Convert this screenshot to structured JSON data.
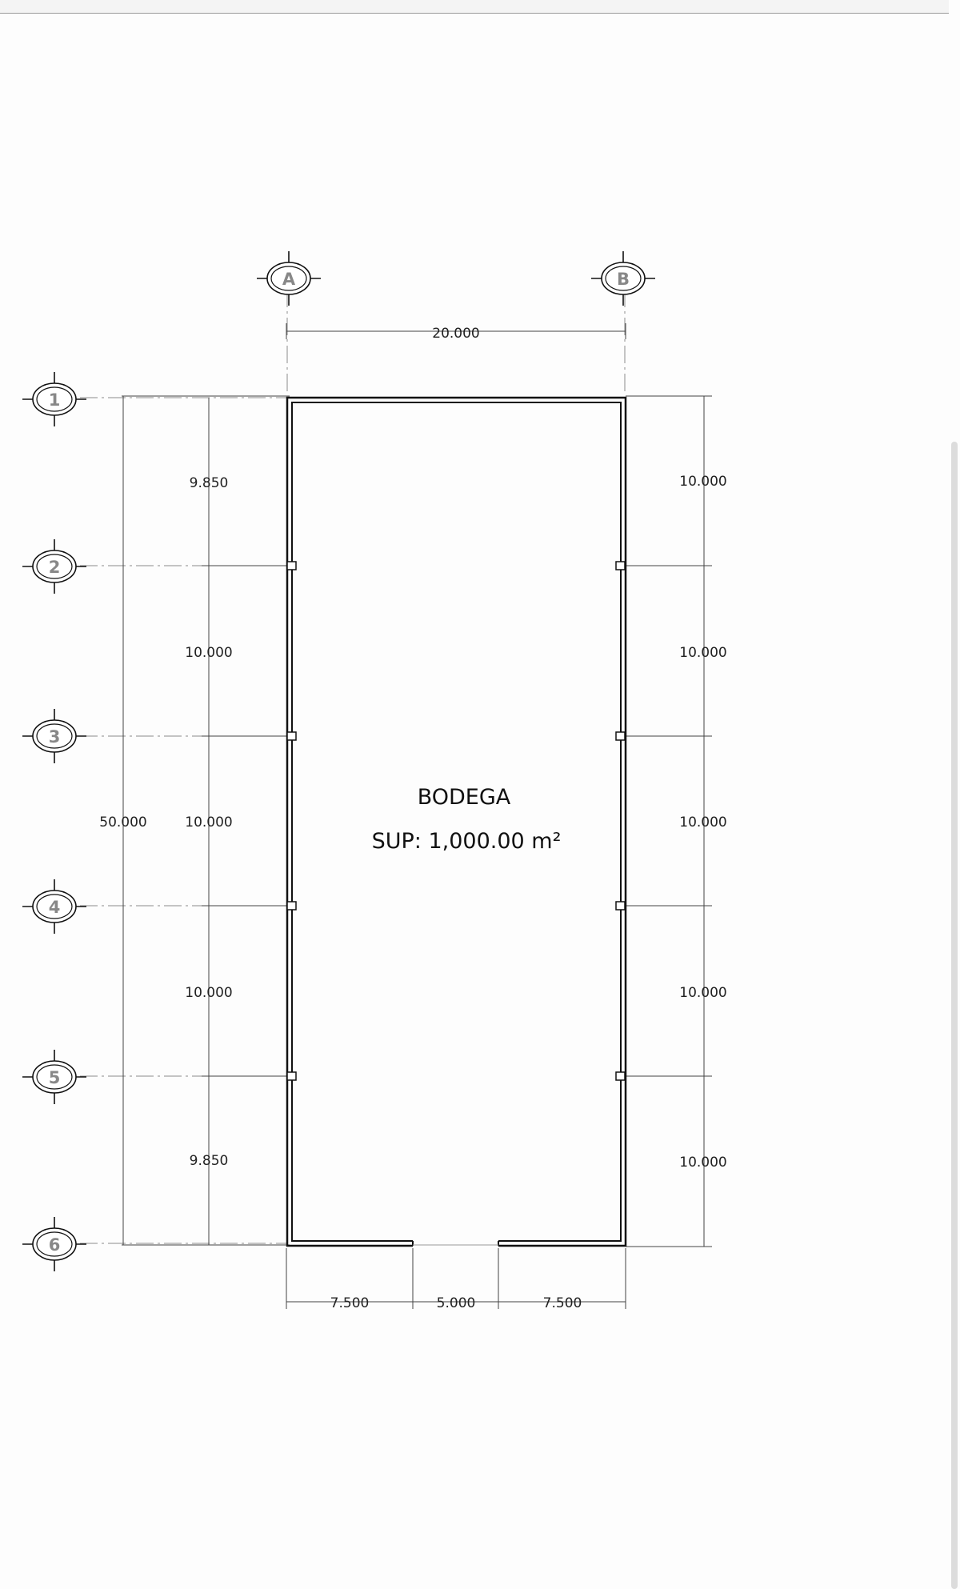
{
  "axes": {
    "columns": [
      "A",
      "B"
    ],
    "rows": [
      "1",
      "2",
      "3",
      "4",
      "5",
      "6"
    ]
  },
  "room": {
    "name": "BODEGA",
    "area": "SUP: 1,000.00 m²"
  },
  "dimensions": {
    "top_total": "20.000",
    "left_total": "50.000",
    "left_spans": [
      "9.850",
      "10.000",
      "10.000",
      "10.000",
      "9.850"
    ],
    "right_spans": [
      "10.000",
      "10.000",
      "10.000",
      "10.000",
      "10.000"
    ],
    "bottom_spans": [
      "7.500",
      "5.000",
      "7.500"
    ]
  }
}
